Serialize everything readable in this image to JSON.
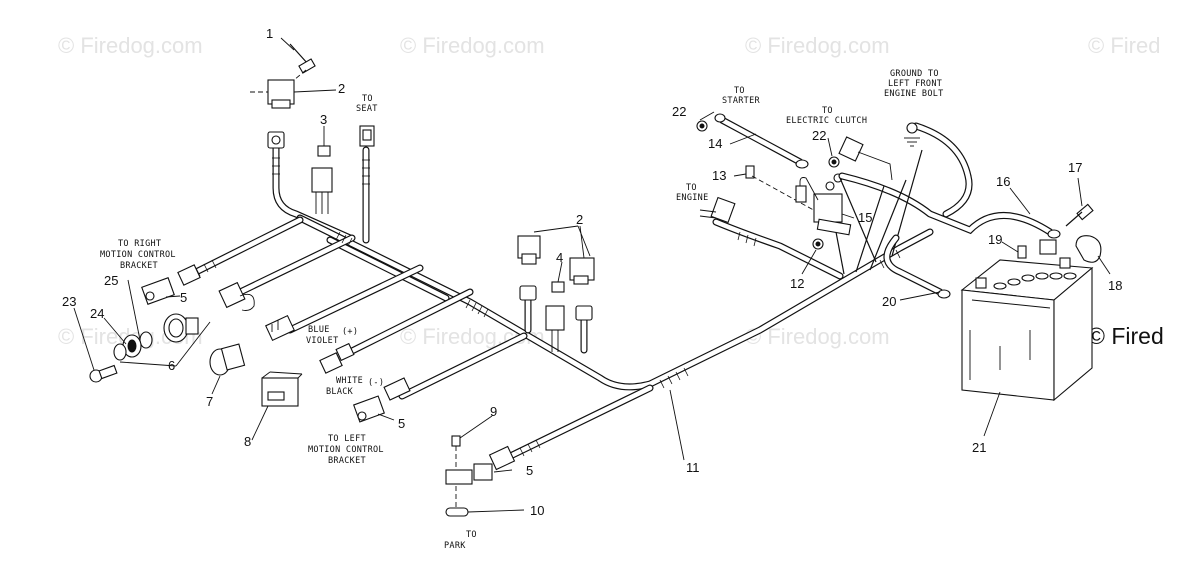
{
  "watermark": {
    "text": "© Firedog.com",
    "text_cut": "© Fired",
    "edge_text": "© Fired"
  },
  "callouts": [
    "1",
    "2",
    "3",
    "4",
    "5",
    "6",
    "7",
    "8",
    "9",
    "10",
    "11",
    "12",
    "13",
    "14",
    "15",
    "16",
    "17",
    "18",
    "19",
    "20",
    "21",
    "22",
    "23",
    "24",
    "25"
  ],
  "labels": {
    "to_seat": [
      "TO",
      "SEAT"
    ],
    "to_right_motion": [
      "TO RIGHT",
      "MOTION CONTROL",
      "BRACKET"
    ],
    "to_left_motion": [
      "TO LEFT",
      "MOTION CONTROL",
      "BRACKET"
    ],
    "blue_violet": [
      "BLUE",
      "VIOLET"
    ],
    "plus": "(+)",
    "white_black": [
      "WHITE",
      "BLACK"
    ],
    "minus": "(-)",
    "to_starter": [
      "TO",
      "STARTER"
    ],
    "to_electric_clutch": [
      "TO",
      "ELECTRIC CLUTCH"
    ],
    "ground": [
      "GROUND TO",
      "LEFT FRONT",
      "ENGINE BOLT"
    ],
    "to_engine": [
      "TO",
      "ENGINE"
    ],
    "to_park": [
      "TO",
      "PARK"
    ]
  },
  "colors": {
    "ink": "#111111",
    "watermark": "#e3e3e3",
    "background": "#ffffff"
  }
}
